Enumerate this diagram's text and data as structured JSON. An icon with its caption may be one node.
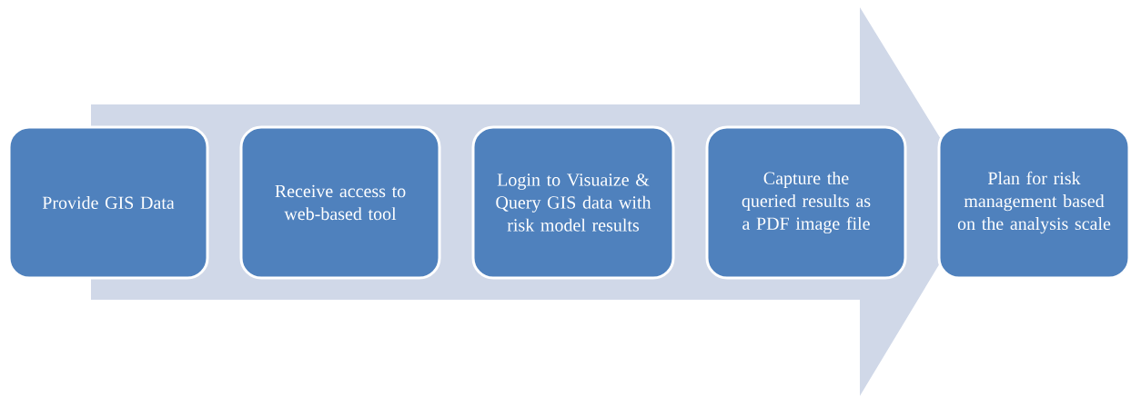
{
  "diagram": {
    "nodes": [
      {
        "text": [
          "Provide GIS Data"
        ]
      },
      {
        "text": [
          "Receive access to web-based tool"
        ]
      },
      {
        "text": [
          "Login to Visuaize & Query GIS data with risk model results"
        ]
      },
      {
        "text": [
          "Capture the queried results as a PDF image file"
        ]
      },
      {
        "text": [
          "Plan for risk management based on the analysis scale"
        ]
      }
    ]
  }
}
